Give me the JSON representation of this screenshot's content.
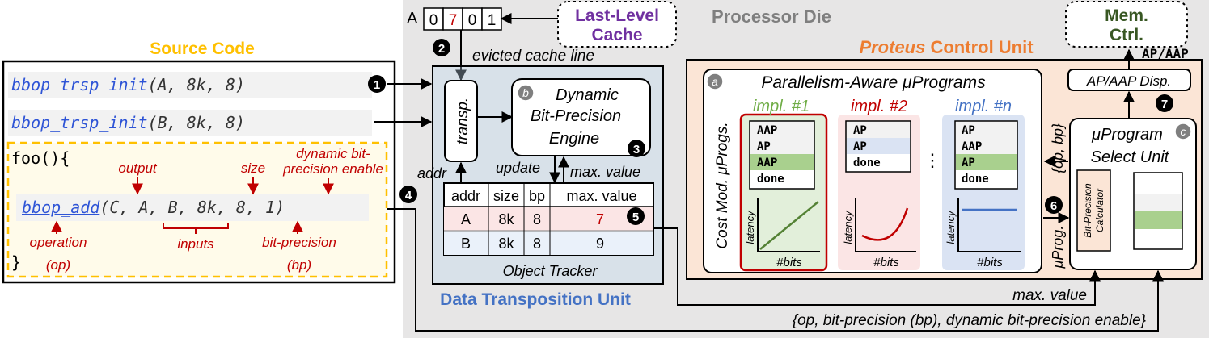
{
  "source_code": {
    "title": "Source Code",
    "line1_fn": "bbop_trsp_init",
    "line1_args": "(A, 8k, 8)",
    "line2_fn": "bbop_trsp_init",
    "line2_args": "(B, 8k, 8)",
    "foo_open": "foo(){",
    "call_fn": "bbop_add",
    "call_args": "(C, A, B, 8k, 8, 1)",
    "close_brace": "}",
    "label_output": "output",
    "label_size": "size",
    "label_dynamic_1": "dynamic bit-",
    "label_dynamic_2": "precision enable",
    "label_operation": "operation",
    "label_op": "(op)",
    "label_inputs": "inputs",
    "label_bitprecision": "bit-precision",
    "label_bp": "(bp)"
  },
  "steps": {
    "s1": "1",
    "s2": "2",
    "s3": "3",
    "s4": "4",
    "s5": "5",
    "s6": "6",
    "s7": "7",
    "a": "a",
    "b": "b",
    "c": "c"
  },
  "cache_line": {
    "label": "A",
    "cells": [
      "0",
      "7",
      "0",
      "1"
    ],
    "highlight_color": "#c00000"
  },
  "llc": {
    "line1": "Last-Level",
    "line2": "Cache",
    "color": "#7030a0"
  },
  "evicted_label": "evicted cache line",
  "processor_die": "Processor Die",
  "dtu": {
    "title": "Data Transposition Unit",
    "transp": "transp.",
    "dbpe_1": "Dynamic",
    "dbpe_2": "Bit-Precision",
    "dbpe_3": "Engine",
    "addr_label": "addr",
    "update_label": "update",
    "maxval_label": "max. value",
    "tracker_title": "Object Tracker",
    "table": {
      "headers": [
        "addr",
        "size",
        "bp",
        "max. value"
      ],
      "rows": [
        [
          "A",
          "8k",
          "8",
          "7"
        ],
        [
          "B",
          "8k",
          "8",
          "9"
        ]
      ]
    },
    "color": "#4472c4"
  },
  "pcu": {
    "title_em": "Proteus",
    "title_rest": " Control Unit",
    "color": "#ed7d31",
    "pam_title": "Parallelism-Aware μPrograms",
    "cost_mod": "Cost Mod. μProgs.",
    "impls": [
      {
        "name": "impl. #1",
        "color": "#70ad47",
        "ops": [
          "AAP",
          "AP",
          "AAP",
          "done"
        ],
        "hl": 2
      },
      {
        "name": "impl. #2",
        "color": "#c00000",
        "ops": [
          "AP",
          "AP",
          "done"
        ],
        "hl": 1
      },
      {
        "name": "impl. #n",
        "color": "#4472c4",
        "ops": [
          "AP",
          "AAP",
          "AP",
          "done"
        ],
        "hl": 2
      }
    ],
    "ellipsis": "⋮",
    "latency": "latency",
    "bits": "#bits",
    "disp": "AP/AAP Disp.",
    "psu_1": "μProgram",
    "psu_2": "Select Unit",
    "bpc_1": "Bit-Precision",
    "bpc_2": "Calculator",
    "op_bp": "{op, bp}",
    "uprog": "μProg."
  },
  "memctrl": {
    "line1": "Mem.",
    "line2": "Ctrl.",
    "color": "#385723"
  },
  "ap_aap": "AP/AAP",
  "bottom": {
    "maxval": "max. value",
    "signal": "{op, bit-precision (bp), dynamic bit-precision enable}"
  }
}
